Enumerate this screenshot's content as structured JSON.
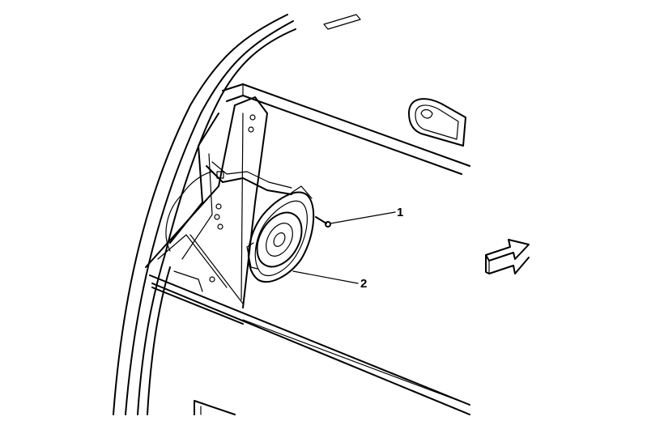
{
  "callouts": [
    {
      "id": "1",
      "label": "1"
    },
    {
      "id": "2",
      "label": "2"
    }
  ],
  "icons": {
    "direction_arrow": "arrow-forward-icon"
  },
  "colors": {
    "stroke": "#000000",
    "background": "#ffffff"
  }
}
